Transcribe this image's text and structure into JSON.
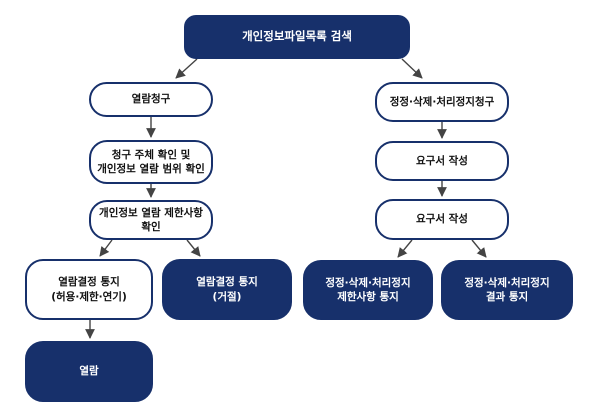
{
  "colors": {
    "primary": "#17306b",
    "arrow": "#444444",
    "outline_fill": "#ffffff"
  },
  "nodes": {
    "search": {
      "lines": [
        "개인정보파일목록  검색"
      ]
    },
    "request_view": {
      "lines": [
        "열람청구"
      ]
    },
    "check_scope": {
      "lines": [
        "청구 주체 확인 및",
        "개인정보 열람 범위 확인"
      ]
    },
    "check_limit": {
      "lines": [
        "개인정보 열람 제한사항",
        "확인"
      ]
    },
    "notice_allow": {
      "lines": [
        "열람결정 통지",
        "(허용·제한·연기)"
      ]
    },
    "notice_deny": {
      "lines": [
        "열람결정 통지",
        "(거절)"
      ]
    },
    "view": {
      "lines": [
        "열람"
      ]
    },
    "request_fix": {
      "lines": [
        "정정·삭제·처리정지청구"
      ]
    },
    "write_req_1": {
      "lines": [
        "요구서 작성"
      ]
    },
    "write_req_2": {
      "lines": [
        "요구서 작성"
      ]
    },
    "notice_limit": {
      "lines": [
        "정정·삭제·처리정지",
        "제한사항 통지"
      ]
    },
    "notice_result": {
      "lines": [
        "정정·삭제·처리정지",
        "결과 통지"
      ]
    }
  }
}
